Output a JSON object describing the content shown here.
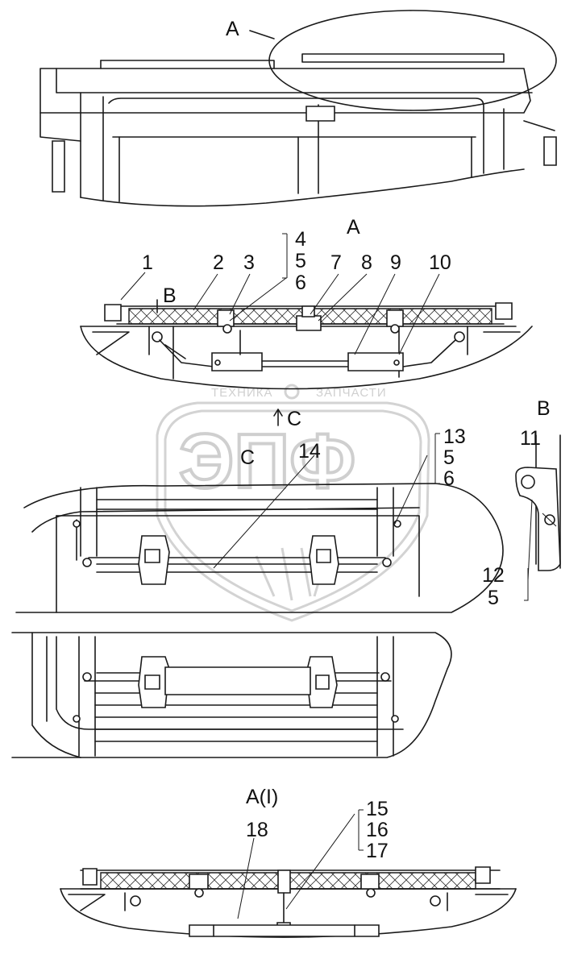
{
  "views": {
    "detail_a": "A",
    "section_a": "A",
    "detail_b": "B",
    "section_b_marker": "B",
    "view_c_marker": "C",
    "view_c": "C",
    "section_a1": "A(I)"
  },
  "callouts": {
    "n1": "1",
    "n2": "2",
    "n3": "3",
    "n4": "4",
    "n5a": "5",
    "n6a": "6",
    "n7": "7",
    "n8": "8",
    "n9": "9",
    "n10": "10",
    "n11": "11",
    "n12": "12",
    "n5c": "5",
    "n13": "13",
    "n5b": "5",
    "n6b": "6",
    "n14": "14",
    "n15": "15",
    "n16": "16",
    "n17": "17",
    "n18": "18"
  },
  "watermark": {
    "left_text": "ТЕХНИКА",
    "right_text": "ЗАПЧАСТИ",
    "logo_text": "ЭПФ"
  }
}
